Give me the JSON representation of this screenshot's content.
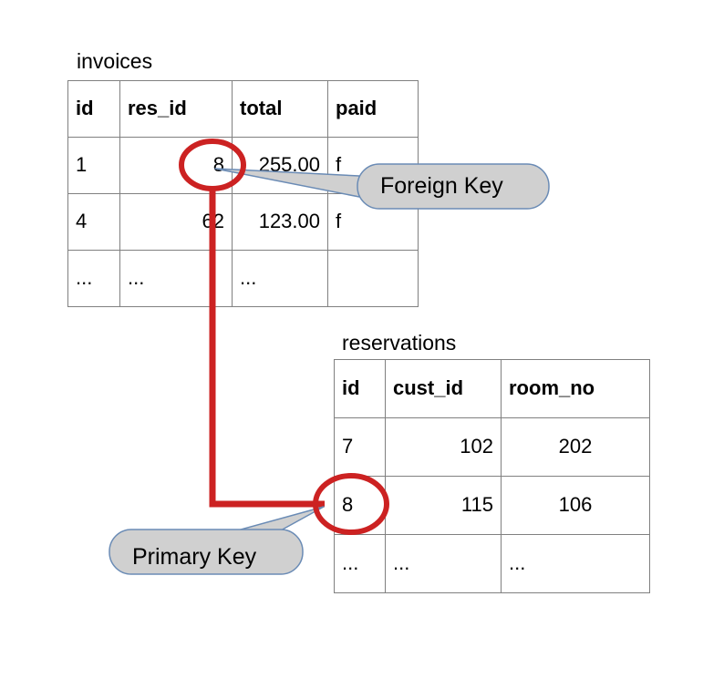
{
  "diagram": {
    "type": "er-foreign-key-illustration",
    "background": "#ffffff",
    "accent_red": "#cc2222",
    "callout_fill": "#d0d0d0",
    "callout_stroke": "#6a8bb5",
    "grid_line": "#808080"
  },
  "tables": [
    {
      "id": "invoices",
      "caption": "invoices",
      "columns": [
        {
          "key": "id",
          "label": "id",
          "align": "left"
        },
        {
          "key": "res_id",
          "label": "res_id",
          "align": "right"
        },
        {
          "key": "total",
          "label": "total",
          "align": "right"
        },
        {
          "key": "paid",
          "label": "paid",
          "align": "left"
        }
      ],
      "rows": [
        {
          "id": "1",
          "res_id": "8",
          "total": "255.00",
          "paid": "f"
        },
        {
          "id": "4",
          "res_id": "62",
          "total": "123.00",
          "paid": "f"
        },
        {
          "id": "...",
          "res_id": "...",
          "total": "...",
          "paid": ""
        }
      ]
    },
    {
      "id": "reservations",
      "caption": "reservations",
      "columns": [
        {
          "key": "id",
          "label": "id",
          "align": "left"
        },
        {
          "key": "cust_id",
          "label": "cust_id",
          "align": "right"
        },
        {
          "key": "room_no",
          "label": "room_no",
          "align": "center"
        }
      ],
      "rows": [
        {
          "id": "7",
          "cust_id": "102",
          "room_no": "202"
        },
        {
          "id": "8",
          "cust_id": "115",
          "room_no": "106"
        },
        {
          "id": "...",
          "cust_id": "...",
          "room_no": "..."
        }
      ]
    }
  ],
  "annotations": {
    "foreign_key": {
      "label": "Foreign Key",
      "highlighted_value": "8",
      "highlighted_table": "invoices",
      "highlighted_column": "res_id"
    },
    "primary_key": {
      "label": "Primary Key",
      "highlighted_value": "8",
      "highlighted_table": "reservations",
      "highlighted_column": "id"
    }
  },
  "relationship": {
    "from": "invoices.res_id",
    "to": "reservations.id",
    "value": "8"
  }
}
